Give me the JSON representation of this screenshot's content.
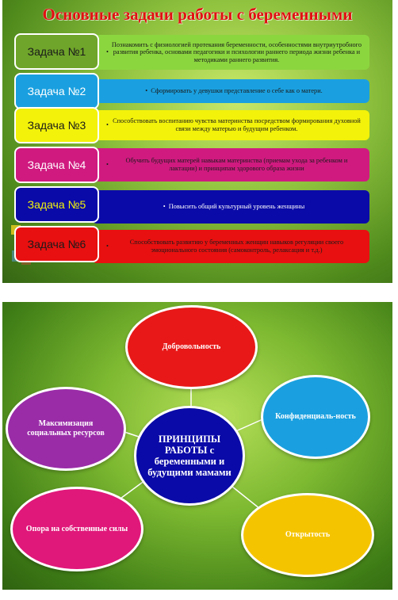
{
  "slide1": {
    "title": "Основные задачи работы с беременными",
    "bullet": "•",
    "tasks": [
      {
        "label": "Задача №1",
        "text": "Познакомить с физиологией протекания беременности, особенностями внутриутробного развития ребенка, основами педагогики и психологии раннего периода жизни ребенка и методиками раннего развития.",
        "label_bg": "#6fa52a",
        "label_color": "#1a1a1a",
        "desc_bg": "#8bd63f",
        "desc_color": "#1a1a1a"
      },
      {
        "label": "Задача №2",
        "text": "Сформировать у девушки представление о себе как о матери.",
        "label_bg": "#1aa0e0",
        "label_color": "#ffffff",
        "desc_bg": "#1aa0e0",
        "desc_color": "#1a1a1a"
      },
      {
        "label": "Задача №3",
        "text": "Способствовать воспитанию чувства материнства посредством формирования духовной связи между матерью и будущим ребенком.",
        "label_bg": "#f2f20a",
        "label_color": "#1a1a1a",
        "desc_bg": "#f2f20a",
        "desc_color": "#1a1a1a"
      },
      {
        "label": "Задача №4",
        "text": "Обучить будущих матерей навыкам материнства (приемам ухода за ребенком и лактации) и принципам здорового образа жизни",
        "label_bg": "#d01a80",
        "label_color": "#ffffff",
        "desc_bg": "#d01a80",
        "desc_color": "#1a1a1a"
      },
      {
        "label": "Задача №5",
        "text": "Повысить общий культурный уровень женщины",
        "label_bg": "#0a0aa8",
        "label_color": "#f2f20a",
        "desc_bg": "#0a0aa8",
        "desc_color": "#ffffff"
      },
      {
        "label": "Задача №6",
        "text": "Способствовать развитию у беременных женщин навыков регуляции своего эмоционального состояния (самоконтроль, релаксация и т.д.)",
        "label_bg": "#e81010",
        "label_color": "#1a1a1a",
        "desc_bg": "#e81010",
        "desc_color": "#1a1a1a"
      }
    ]
  },
  "slide2": {
    "center": "ПРИНЦИПЫ РАБОТЫ с беременными и будущими мамами",
    "principles": [
      {
        "text": "Добровольность",
        "color": "#e81818"
      },
      {
        "text": "Конфиденциаль-ность",
        "color": "#1aa0e0"
      },
      {
        "text": "Открытость",
        "color": "#f5c400"
      },
      {
        "text": "Опора на собственные силы",
        "color": "#e0187a"
      },
      {
        "text": "Максимизация социальных ресурсов",
        "color": "#9a2ca8"
      }
    ],
    "center_color": "#0a0aa8"
  }
}
